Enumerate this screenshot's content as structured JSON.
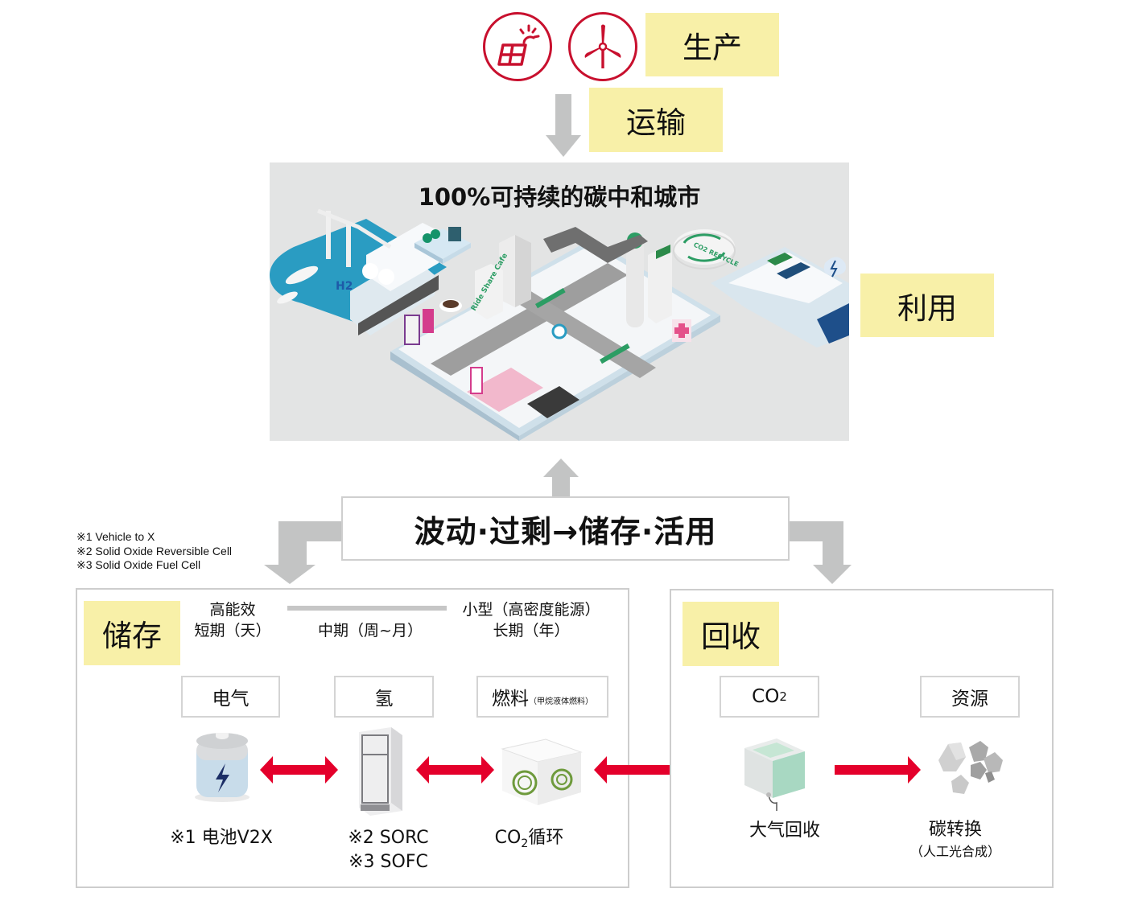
{
  "production": {
    "label": "生产",
    "icons": [
      "solar-panel-icon",
      "wind-turbine-icon"
    ]
  },
  "transport": {
    "label": "运输"
  },
  "city": {
    "title": "100%可持续的碳中和城市",
    "illustration_labels": {
      "hydrogen": "H2",
      "cafe": "Ride Share Cafe",
      "co2_recycle": "CO2 RECYCLE"
    }
  },
  "utilization": {
    "label": "利用"
  },
  "center": {
    "text": "波动·过剩→储存·活用"
  },
  "footnotes": [
    "※1 Vehicle to X",
    "※2 Solid Oxide Reversible Cell",
    "※3 Solid Oxide Fuel Cell"
  ],
  "storage": {
    "label": "储存",
    "scale": {
      "left_top": "高能效",
      "left_bottom": "短期（天）",
      "middle": "中期（周~月）",
      "right_top": "小型（高密度能源）",
      "right_bottom": "长期（年）"
    },
    "categories": {
      "electricity": "电气",
      "hydrogen": "氢",
      "fuel": "燃料",
      "fuel_note": "（甲烷液体燃料）"
    },
    "items": {
      "battery": "※1 电池V2X",
      "sorc": "※2 SORC",
      "sofc": "※3 SOFC",
      "co2_cycle_prefix": "CO",
      "co2_cycle_sub": "2",
      "co2_cycle_suffix": "循环"
    }
  },
  "recovery": {
    "label": "回收",
    "categories": {
      "co2_prefix": "CO",
      "co2_sub": "2",
      "resource": "资源"
    },
    "items": {
      "air_capture": "大气回收",
      "carbon_conversion": "碳转换",
      "carbon_conversion_note": "（人工光合成）"
    }
  },
  "colors": {
    "accent_red": "#e4002b",
    "icon_red": "#c8102e",
    "label_yellow": "#f8f0a8",
    "arrow_gray": "#c3c4c4"
  }
}
